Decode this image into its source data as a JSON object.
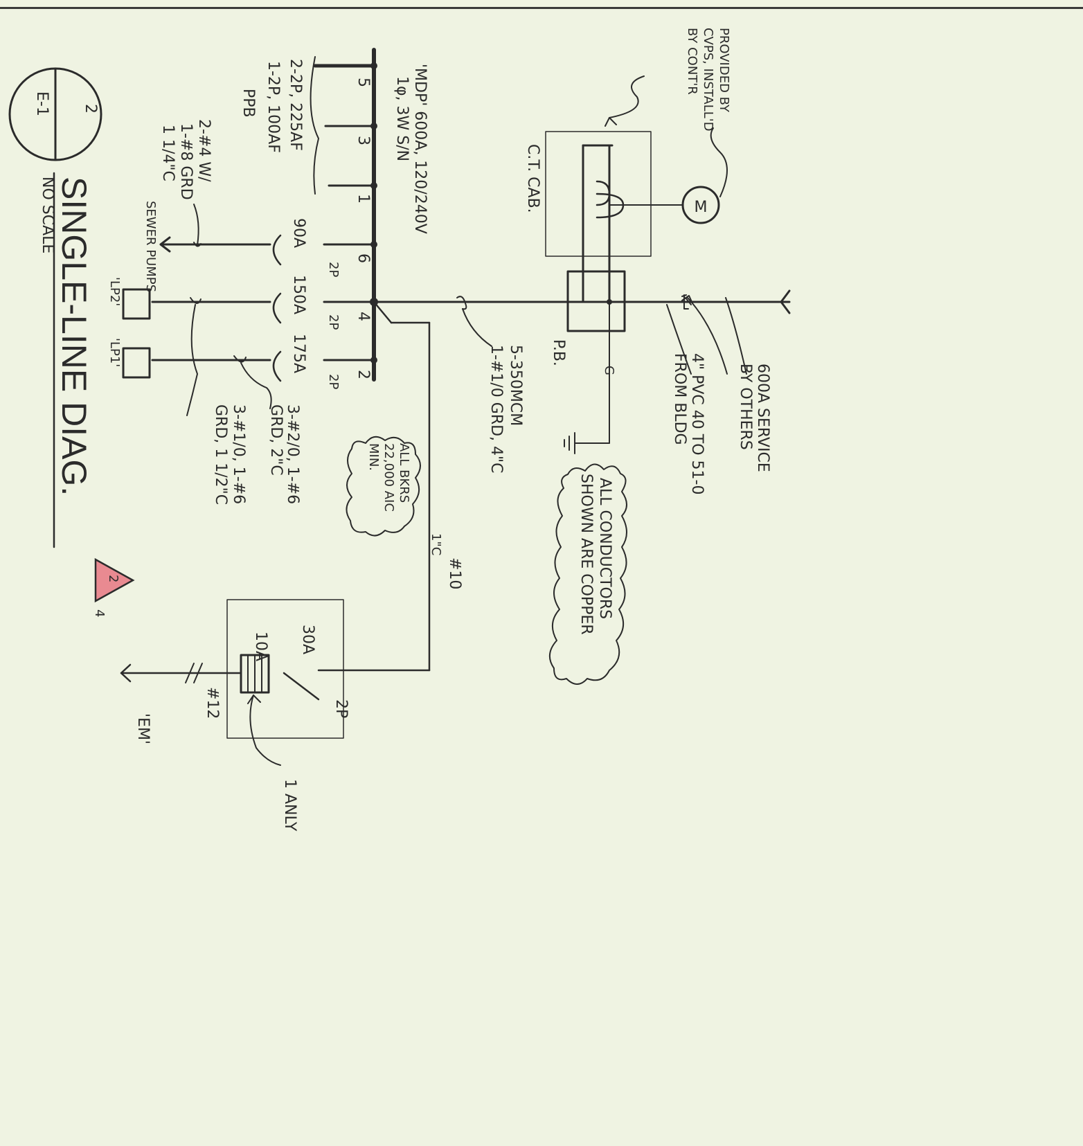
{
  "drawing": {
    "title": "SINGLE-LINE DIAG.",
    "scale_note": "NO SCALE",
    "detail_number": "2",
    "sheet_number": "E-1",
    "revision": {
      "number": "2",
      "side_number": "4",
      "fill_color": "#e98a91"
    }
  },
  "service": {
    "label_line1": "600A SERVICE",
    "label_line2": "BY OTHERS",
    "conduit_line1": "4\" PVC 40 TO 51-0",
    "conduit_line2": "FROM BLDG"
  },
  "meter": {
    "symbol": "M",
    "note_line1": "PROVIDED BY",
    "note_line2": "CVPS, INSTALL'D",
    "note_line3": "BY CONT'R",
    "ct_label": "C.T. CAB."
  },
  "pull_box": {
    "label": "P.B.",
    "ground_tag": "G"
  },
  "feeder": {
    "line1": "5-350MCM",
    "line2": "1-#1/0 GRD, 4\"C"
  },
  "notes": {
    "conductors_line1": "ALL CONDUCTORS",
    "conductors_line2": "SHOWN ARE COPPER",
    "aic_line1": "ALL BKRS",
    "aic_line2": "22,000 AIC",
    "aic_line3": "MIN."
  },
  "panel": {
    "name_line1": "'MDP' 600A, 120/240V",
    "name_line2": "1φ, 3W S/N",
    "spares_line1": "2-2P, 225AF",
    "spares_line2": "1-2P, 100AF",
    "spares_line3": "PPB",
    "circuits": [
      "5",
      "3",
      "1",
      "6",
      "4",
      "2"
    ],
    "breakers": {
      "b1": "90A",
      "b2": "150A",
      "b3": "175A",
      "poles": "2P"
    }
  },
  "loads": {
    "sewer": "SEWER PUMPS",
    "sewer_wire_line1": "2-#4 W/",
    "sewer_wire_line2": "1-#8 GRD",
    "sewer_wire_line3": "1 1/4\"C",
    "lp2": "'LP2'",
    "lp1": "'LP1'",
    "lp2_wire_line1": "3-#1/0, 1-#6",
    "lp2_wire_line2": "GRD, 1 1/2\"C",
    "lp1_wire_line1": "3-#2/0, 1-#6",
    "lp1_wire_line2": "GRD, 2\"C"
  },
  "em": {
    "label": "'EM'",
    "feed_wire": "#10",
    "feed_conduit": "1\"C",
    "switch_rating": "30A",
    "fuse_rating": "10A",
    "poles": "2P",
    "branch_wire": "#12",
    "fuse_note": "1 ANLY"
  }
}
